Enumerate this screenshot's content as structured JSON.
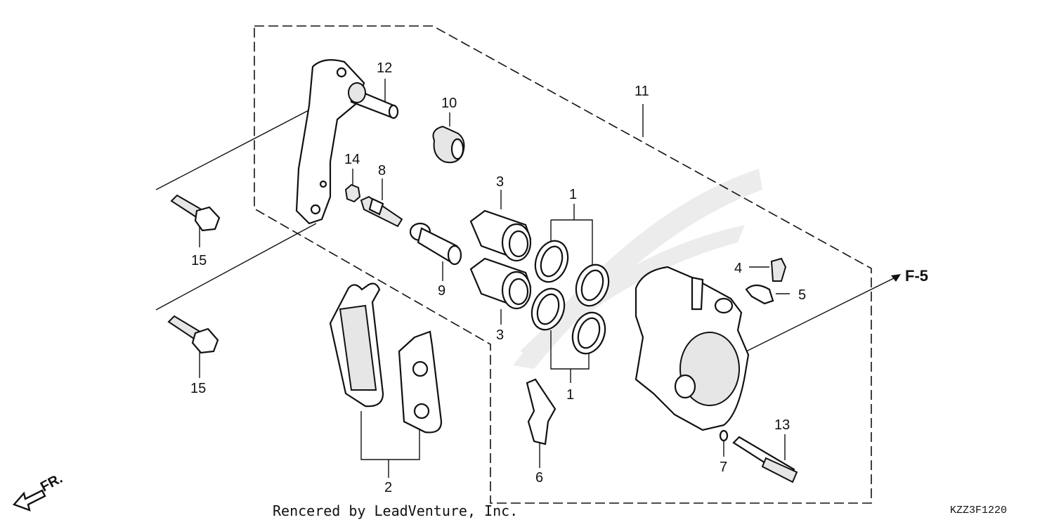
{
  "callouts": [
    {
      "id": "c1a",
      "text": "1"
    },
    {
      "id": "c1b",
      "text": "1"
    },
    {
      "id": "c2",
      "text": "2"
    },
    {
      "id": "c3a",
      "text": "3"
    },
    {
      "id": "c3b",
      "text": "3"
    },
    {
      "id": "c4",
      "text": "4"
    },
    {
      "id": "c5",
      "text": "5"
    },
    {
      "id": "c6",
      "text": "6"
    },
    {
      "id": "c7",
      "text": "7"
    },
    {
      "id": "c8",
      "text": "8"
    },
    {
      "id": "c9",
      "text": "9"
    },
    {
      "id": "c10",
      "text": "10"
    },
    {
      "id": "c11",
      "text": "11"
    },
    {
      "id": "c12",
      "text": "12"
    },
    {
      "id": "c13",
      "text": "13"
    },
    {
      "id": "c14",
      "text": "14"
    },
    {
      "id": "c15a",
      "text": "15"
    },
    {
      "id": "c15b",
      "text": "15"
    }
  ],
  "reference_label": "F-5",
  "direction_label": "FR.",
  "credit_text": "Rencered by LeadVenture, Inc.",
  "diagram_code": "KZZ3F1220",
  "colors": {
    "line": "#111111",
    "background": "#ffffff",
    "shade": "#e6e6e6"
  }
}
